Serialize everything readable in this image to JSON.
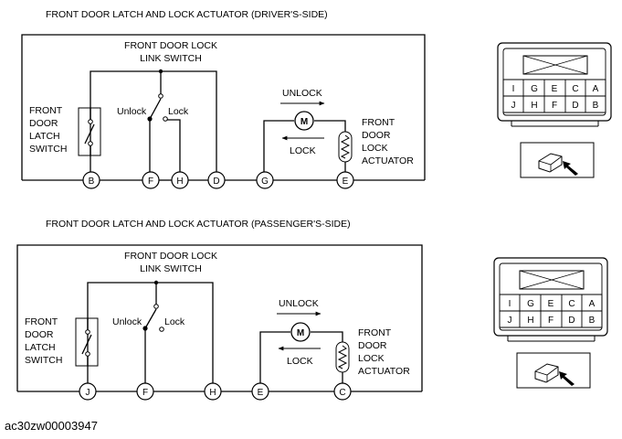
{
  "figure_id": "ac30zw00003947",
  "colors": {
    "ink": "#000000",
    "background": "#ffffff"
  },
  "drivers_side": {
    "title": "FRONT DOOR LATCH AND LOCK ACTUATOR (DRIVER'S-SIDE)",
    "link_switch_line1": "FRONT DOOR LOCK",
    "link_switch_line2": "LINK SWITCH",
    "unlock_switch_label": "Unlock",
    "lock_switch_label": "Lock",
    "latch_line1": "FRONT",
    "latch_line2": "DOOR",
    "latch_line3": "LATCH",
    "latch_line4": "SWITCH",
    "unlock_arrow_label": "UNLOCK",
    "lock_arrow_label": "LOCK",
    "motor_symbol": "M",
    "actuator_line1": "FRONT",
    "actuator_line2": "DOOR",
    "actuator_line3": "LOCK",
    "actuator_line4": "ACTUATOR",
    "pins": [
      "B",
      "F",
      "H",
      "D",
      "G",
      "E"
    ],
    "connector_top_row": [
      "I",
      "G",
      "E",
      "C",
      "A"
    ],
    "connector_bottom_row": [
      "J",
      "H",
      "F",
      "D",
      "B"
    ]
  },
  "passengers_side": {
    "title": "FRONT DOOR LATCH AND LOCK ACTUATOR (PASSENGER'S-SIDE)",
    "link_switch_line1": "FRONT DOOR LOCK",
    "link_switch_line2": "LINK SWITCH",
    "unlock_switch_label": "Unlock",
    "lock_switch_label": "Lock",
    "latch_line1": "FRONT",
    "latch_line2": "DOOR",
    "latch_line3": "LATCH",
    "latch_line4": "SWITCH",
    "unlock_arrow_label": "UNLOCK",
    "lock_arrow_label": "LOCK",
    "motor_symbol": "M",
    "actuator_line1": "FRONT",
    "actuator_line2": "DOOR",
    "actuator_line3": "LOCK",
    "actuator_line4": "ACTUATOR",
    "pins": [
      "J",
      "F",
      "H",
      "E",
      "C"
    ],
    "connector_top_row": [
      "I",
      "G",
      "E",
      "C",
      "A"
    ],
    "connector_bottom_row": [
      "J",
      "H",
      "F",
      "D",
      "B"
    ]
  }
}
